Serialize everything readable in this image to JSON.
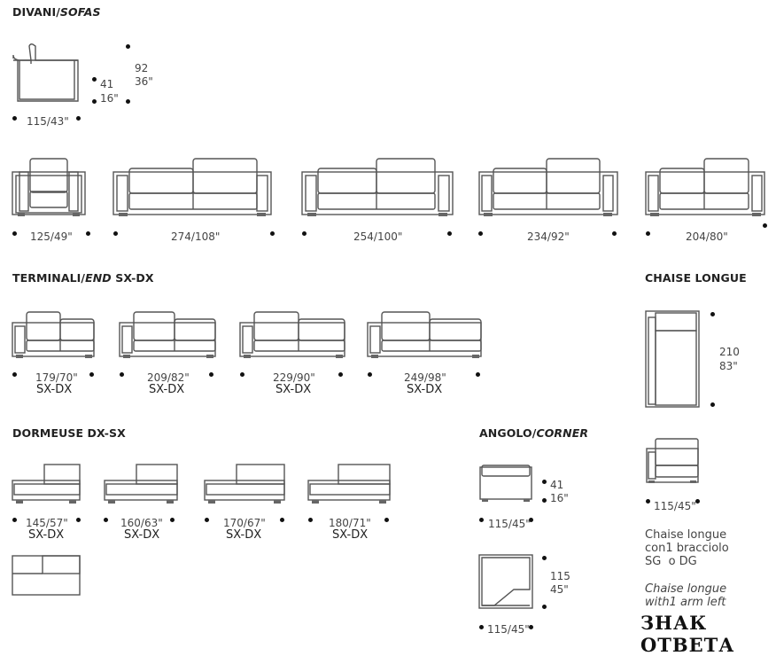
{
  "sections": {
    "sofas": {
      "title": "DIVANI/",
      "title_italic": "SOFAS"
    },
    "terminals": {
      "title": "TERMINALI/",
      "title_italic": "END",
      "title_suffix": " SX-DX"
    },
    "chaise": {
      "title": "CHAISE LONGUE"
    },
    "dormeuse": {
      "title": "DORMEUSE DX-SX"
    },
    "corner": {
      "title": "ANGOLO/",
      "title_italic": "CORNER"
    }
  },
  "side_view": {
    "width": "115/43\"",
    "seat_height_cm": "41",
    "seat_height_in": "16\"",
    "height_cm": "92",
    "height_in": "36\""
  },
  "sofas": [
    "125/49\"",
    "274/108\"",
    "254/100\"",
    "234/92\"",
    "204/80\""
  ],
  "terminals": [
    {
      "width": "179/70\"",
      "code": "SX-DX"
    },
    {
      "width": "209/82\"",
      "code": "SX-DX"
    },
    {
      "width": "229/90\"",
      "code": "SX-DX"
    },
    {
      "width": "249/98\"",
      "code": "SX-DX"
    }
  ],
  "dormeuse": [
    {
      "width": "145/57\"",
      "code": "SX-DX"
    },
    {
      "width": "160/63\"",
      "code": "SX-DX"
    },
    {
      "width": "170/67\"",
      "code": "SX-DX"
    },
    {
      "width": "180/71\"",
      "code": "SX-DX"
    }
  ],
  "chaise": {
    "depth_cm": "210",
    "depth_in": "83\"",
    "width": "115/45\"",
    "note_it": [
      "Chaise longue",
      "con1 bracciolo",
      "SG  o DG"
    ],
    "note_en": [
      "Chaise longue",
      "with1 arm left"
    ]
  },
  "corner": {
    "width_top": "115/45\"",
    "seat_height_cm": "41",
    "seat_height_in": "16\"",
    "depth_cm": "115",
    "depth_in": "45\"",
    "width_bottom": "115/45\""
  },
  "watermark": "ЗНАК ОТВЕТА",
  "colors": {
    "line": "#555555",
    "dot": "#111111",
    "text": "#333333"
  }
}
